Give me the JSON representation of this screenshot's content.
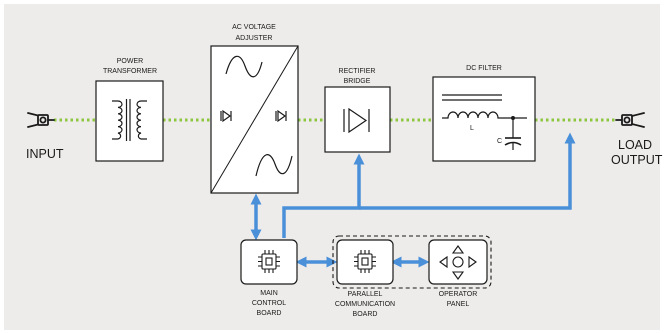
{
  "diagram": {
    "input_label": "INPUT",
    "output_label_line1": "LOAD",
    "output_label_line2": "OUTPUT",
    "power_transformer": {
      "line1": "POWER",
      "line2": "TRANSFORMER"
    },
    "ac_voltage_adjuster": {
      "line1": "AC VOLTAGE",
      "line2": "ADJUSTER"
    },
    "rectifier_bridge": {
      "line1": "RECTIFIER",
      "line2": "BRIDGE"
    },
    "dc_filter": {
      "label": "DC FILTER",
      "inductor_label": "L",
      "capacitor_label": "C"
    },
    "main_control_board": {
      "line1": "MAIN",
      "line2": "CONTROL",
      "line3": "BOARD"
    },
    "parallel_communication_board": {
      "line1": "PARALLEL",
      "line2": "COMMUNICATION",
      "line3": "BOARD"
    },
    "operator_panel": {
      "line1": "OPERATOR",
      "line2": "PANEL"
    }
  },
  "colors": {
    "background": "#eeecea",
    "power_line": "#8cc63f",
    "signal_arrow": "#4a90d9",
    "outline": "#1a1a1a"
  },
  "icons": [
    "plug-icon",
    "transformer-icon",
    "sine-wave-icon",
    "diode-icon",
    "inductor-icon",
    "capacitor-icon",
    "chip-icon",
    "dpad-icon"
  ]
}
